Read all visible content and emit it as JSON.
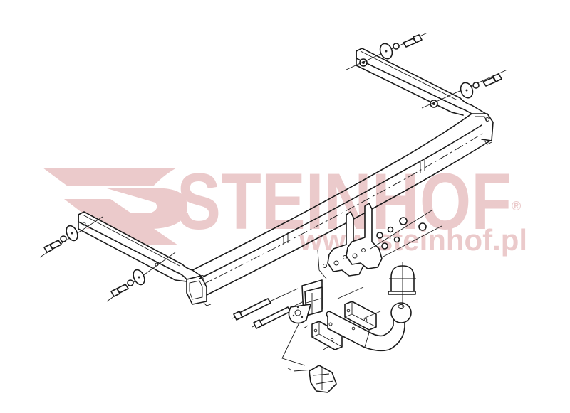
{
  "diagram": {
    "type": "exploded-view technical drawing",
    "subject": "tow bar / towing hitch assembly",
    "components": [
      {
        "id": "crossbar",
        "label": "main crossbar (curved square-tube beam)"
      },
      {
        "id": "right-bracket",
        "label": "right side mounting arm (upper)"
      },
      {
        "id": "left-bracket",
        "label": "left side mounting arm (lower)"
      },
      {
        "id": "center-plates",
        "label": "central ball-mount plates"
      },
      {
        "id": "tow-ball",
        "label": "tow ball neck (swan neck)"
      },
      {
        "id": "ball-cap",
        "label": "tow ball protective cap"
      },
      {
        "id": "socket-plate",
        "label": "electrical socket plate"
      },
      {
        "id": "clamp-blocks",
        "label": "clamping blocks"
      },
      {
        "id": "long-bolts",
        "label": "long bolts (x2)"
      },
      {
        "id": "fasteners",
        "label": "bolts, washers, nuts"
      },
      {
        "id": "connector",
        "label": "wiring connector plug"
      }
    ],
    "line_color": "#1a1a1a",
    "background": "#ffffff"
  },
  "watermark": {
    "brand": "STEINHOF",
    "registered_mark": "®",
    "url": "www.steinhof.pl",
    "color": "#ebcacb"
  }
}
